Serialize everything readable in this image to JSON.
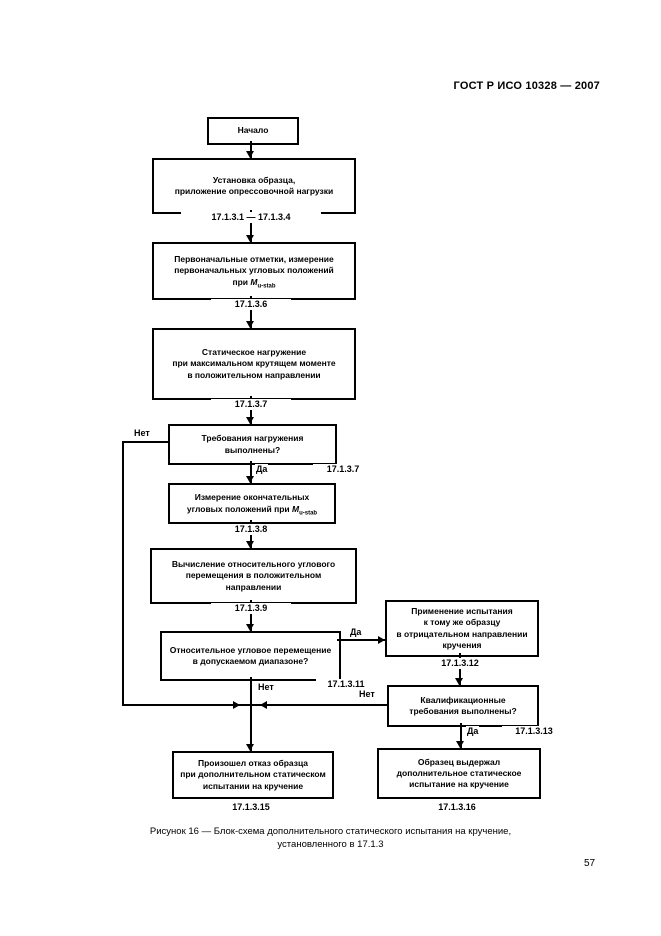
{
  "header": {
    "doc_code": "ГОСТ Р ИСО 10328 — 2007"
  },
  "labels": {
    "yes": "Да",
    "no": "Нет"
  },
  "flowchart": {
    "start": {
      "label": "Начало"
    },
    "setup": {
      "line1": "Установка образца,",
      "line2": "приложение опрессовочной нагрузки",
      "ref": "17.1.3.1 — 17.1.3.4"
    },
    "initial_marks": {
      "line1": "Первоначальные отметки, измерение",
      "line2": "первоначальных угловых положений",
      "line3_pre": "при ",
      "moment_symbol": "M",
      "moment_sub": "u-stab",
      "ref": "17.1.3.6"
    },
    "static_loading": {
      "line1": "Статическое нагружение",
      "line2": "при максимальном крутящем моменте",
      "line3": "в положительном направлении",
      "ref": "17.1.3.7"
    },
    "load_check": {
      "line1": "Требования нагружения",
      "line2": "выполнены?",
      "yes_ref": "17.1.3.7"
    },
    "final_measure": {
      "line1": "Измерение окончательных",
      "line2_pre": "угловых положений при ",
      "moment_symbol": "M",
      "moment_sub": "u-stab",
      "ref": "17.1.3.8"
    },
    "calc_displacement": {
      "line1": "Вычисление относительного углового",
      "line2": "перемещения в положительном",
      "line3": "направлении",
      "ref": "17.1.3.9"
    },
    "range_check": {
      "line1": "Относительное угловое перемещение",
      "line2": "в допускаемом диапазоне?",
      "no_ref": "17.1.3.11"
    },
    "negative_test": {
      "line1": "Применение испытания",
      "line2": "к тому же образцу",
      "line3": "в отрицательном направлении",
      "line4": "кручения",
      "ref": "17.1.3.12"
    },
    "qualification_check": {
      "line1": "Квалификационные",
      "line2": "требования выполнены?",
      "yes_ref": "17.1.3.13"
    },
    "fail_result": {
      "line1": "Произошел отказ образца",
      "line2": "при дополнительном статическом",
      "line3": "испытании на кручение",
      "ref": "17.1.3.15"
    },
    "pass_result": {
      "line1": "Образец выдержал",
      "line2": "дополнительное статическое",
      "line3": "испытание на кручение",
      "ref": "17.1.3.16"
    }
  },
  "caption": {
    "line1": "Рисунок 16 — Блок-схема дополнительного статического испытания на кручение,",
    "line2": "установленного в 17.1.3"
  },
  "page_number": "57"
}
